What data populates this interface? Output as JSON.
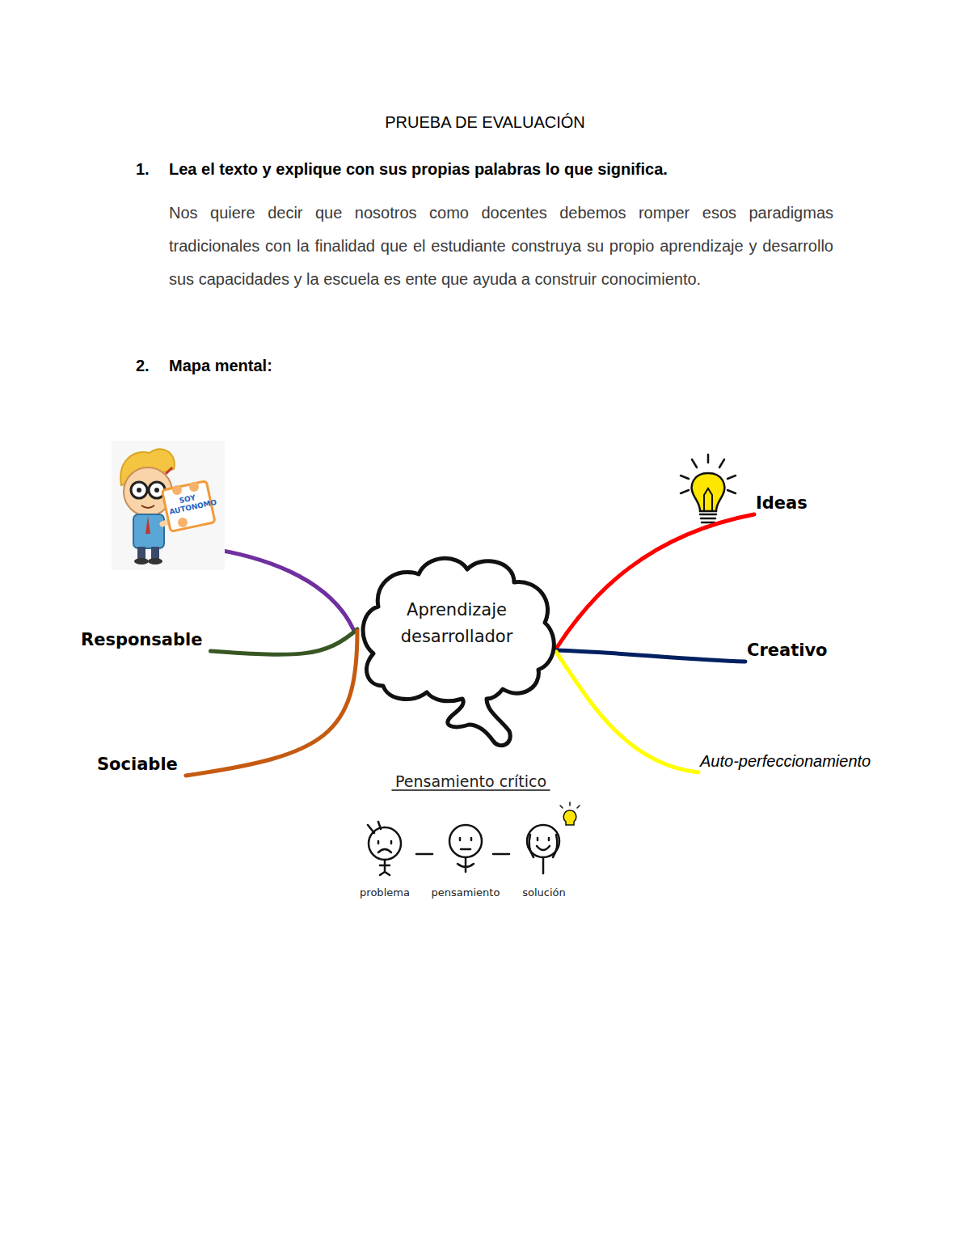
{
  "diagram": {
    "title": "PRUEBA DE EVALUACIÓN",
    "nodes": [
      {
        "text": [
          "Aprendizaje desarrollador"
        ]
      },
      {
        "text": [
          "Responsable"
        ]
      },
      {
        "text": [
          "Sociable"
        ]
      },
      {
        "text": [
          "Ideas"
        ]
      },
      {
        "text": [
          "Creativo"
        ]
      },
      {
        "text": [
          "Auto-perfeccionamiento"
        ]
      }
    ],
    "edges": [
      {
        "from": 0,
        "to": 1,
        "arrow": "none"
      },
      {
        "from": 0,
        "to": 2,
        "arrow": "none"
      },
      {
        "from": 0,
        "to": 3,
        "arrow": "none"
      },
      {
        "from": 0,
        "to": 4,
        "arrow": "none"
      },
      {
        "from": 0,
        "to": 5,
        "arrow": "none"
      }
    ],
    "labels": [
      "1.",
      "Lea el texto y explique con sus propias palabras lo que significa.",
      "Nos quiere decir que nosotros como docentes debemos romper esos paradigmas tradicionales con la finalidad que el estudiante construya su propio aprendizaje y desarrollo sus capacidades y la escuela es ente que ayuda a construir conocimiento.",
      "2.",
      "Mapa mental:",
      "SOY AUTONOMO",
      "Pensamiento crítico",
      "problema",
      "pensamiento",
      "solución"
    ]
  }
}
